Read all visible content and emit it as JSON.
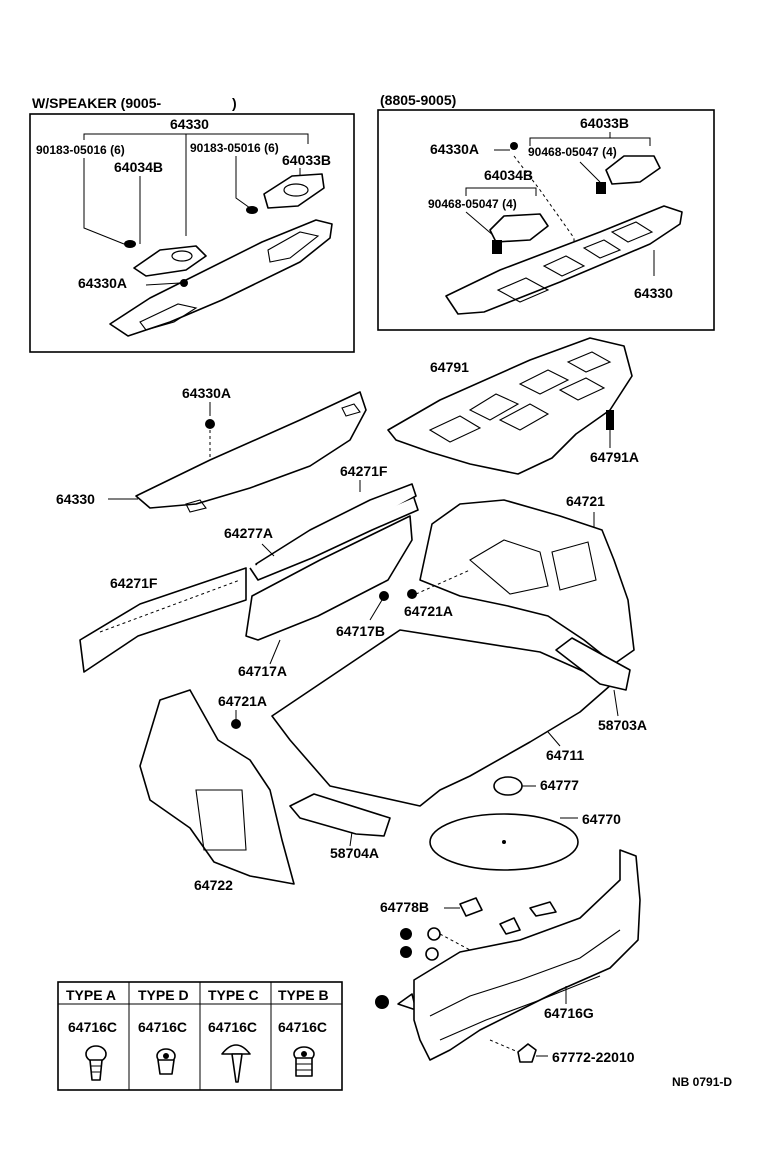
{
  "inset_left": {
    "title": "W/SPEAKER (9005-",
    "title_close": ")",
    "labels": {
      "shelf": "64330",
      "screw_left": "90183-05016 (6)",
      "screw_right": "90183-05016 (6)",
      "cover_left": "64034B",
      "cover_right": "64033B",
      "clip": "64330A"
    }
  },
  "inset_right": {
    "title": "(8805-9005)",
    "labels": {
      "cover_right": "64033B",
      "clip": "64330A",
      "screw_right": "90468-05047 (4)",
      "cover_left": "64034B",
      "screw_left": "90468-05047 (4)",
      "shelf": "64330"
    }
  },
  "main": {
    "shelf_clip": "64330A",
    "shelf": "64330",
    "back_panel": "64791",
    "back_panel_clip": "64791A",
    "trim_upper": "64271F",
    "trim_panel": "64277A",
    "trim_left": "64271F",
    "side_panel": "64717A",
    "side_clip": "64717B",
    "cover_right": "64721",
    "cover_right_clip": "64721A",
    "cover_left_clip": "64721A",
    "cover_left": "64722",
    "floor_mat": "64711",
    "plate_right": "58703A",
    "plate_left": "58704A",
    "holder": "64777",
    "spare_cover": "64770",
    "pad": "64778B",
    "rear_trim": "64716G",
    "grommet": "67772-22010",
    "code": "NB 0791-D"
  },
  "type_table": {
    "headers": [
      "TYPE A",
      "TYPE D",
      "TYPE C",
      "TYPE B"
    ],
    "parts": [
      "64716C",
      "64716C",
      "64716C",
      "64716C"
    ]
  }
}
